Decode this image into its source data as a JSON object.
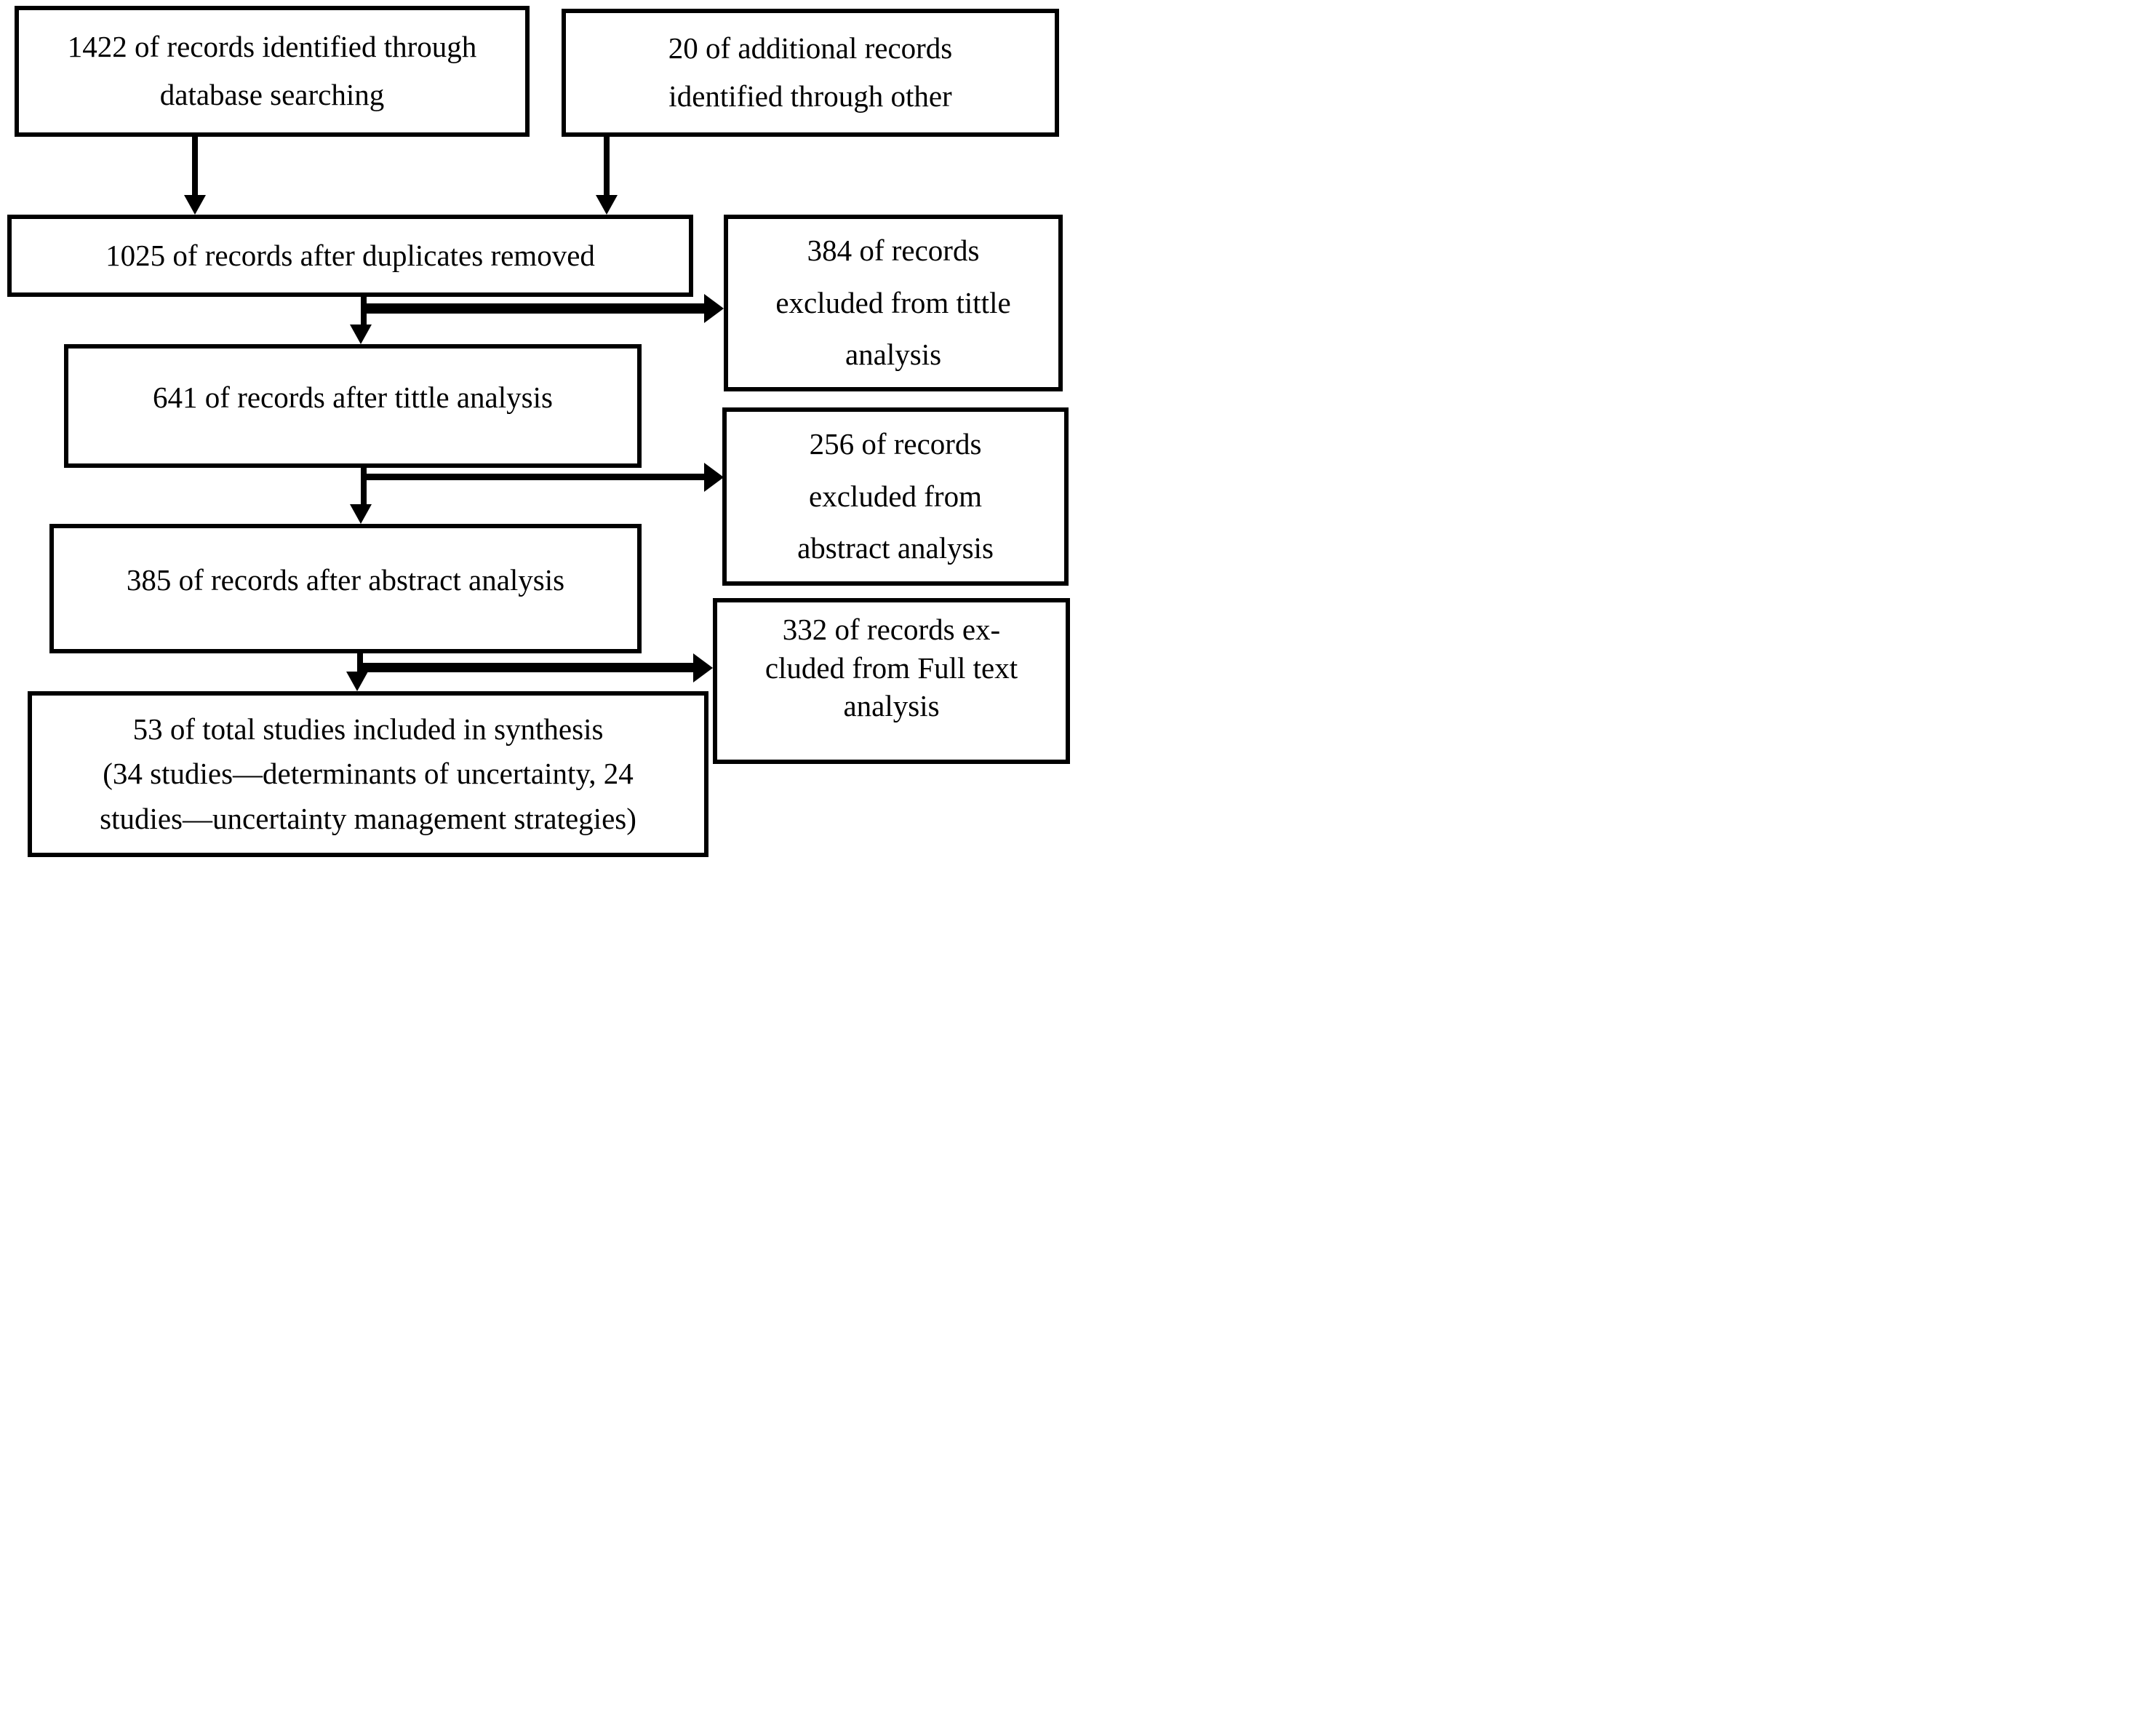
{
  "diagram": {
    "type": "prisma-flow-chart",
    "colors": {
      "background": "#ffffff",
      "line": "#000000",
      "text": "#000000"
    },
    "boxes": {
      "identified_database": {
        "lines": [
          "1422 of records identified through",
          "database searching"
        ],
        "count": 1422
      },
      "identified_other": {
        "lines": [
          "20 of additional records",
          "identified through other"
        ],
        "count": 20
      },
      "after_duplicates": {
        "lines": [
          "1025 of records after duplicates removed"
        ],
        "count": 1025
      },
      "excluded_title": {
        "lines": [
          "384 of records",
          "excluded from tittle",
          "analysis"
        ],
        "count": 384
      },
      "after_title": {
        "lines": [
          "641 of records after tittle analysis"
        ],
        "count": 641
      },
      "excluded_abstract": {
        "lines": [
          "256 of records",
          "excluded from",
          "abstract analysis"
        ],
        "count": 256
      },
      "after_abstract": {
        "lines": [
          "385 of records after abstract analysis"
        ],
        "count": 385
      },
      "excluded_fulltext": {
        "lines": [
          "332 of records ex-",
          "cluded from Full text",
          "analysis"
        ],
        "count": 332
      },
      "included_synthesis": {
        "lines": [
          "53 of total studies included in synthesis",
          "(34 studies—determinants of uncertainty, 24",
          "studies—uncertainty management strategies)"
        ],
        "count": 53
      }
    },
    "edges": [
      {
        "from": "identified_database",
        "to": "after_duplicates"
      },
      {
        "from": "identified_other",
        "to": "after_duplicates"
      },
      {
        "from": "after_duplicates",
        "to": "after_title"
      },
      {
        "from": "after_duplicates",
        "to": "excluded_title"
      },
      {
        "from": "after_title",
        "to": "after_abstract"
      },
      {
        "from": "after_title",
        "to": "excluded_abstract"
      },
      {
        "from": "after_abstract",
        "to": "included_synthesis"
      },
      {
        "from": "after_abstract",
        "to": "excluded_fulltext"
      }
    ]
  }
}
